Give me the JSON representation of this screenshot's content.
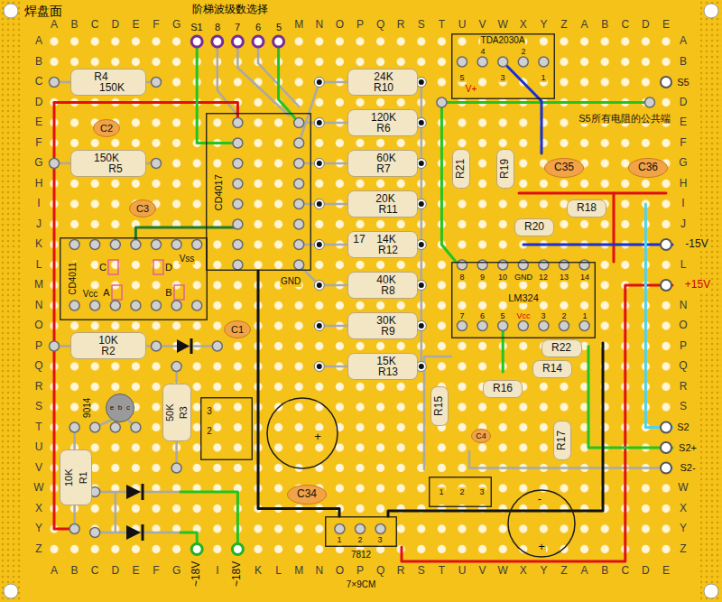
{
  "diagram": {
    "title": "焊盘面",
    "nodes": [
      {
        "text": [
          "TDA2030A",
          "4",
          "2",
          "5",
          "3",
          "1",
          "V+"
        ]
      },
      {
        "text": [
          "R4",
          "150K"
        ]
      },
      {
        "text": [
          "24K",
          "R10"
        ]
      },
      {
        "text": [
          "C2"
        ]
      },
      {
        "text": [
          "120K",
          "R6"
        ]
      },
      {
        "text": [
          "CD4017"
        ]
      },
      {
        "text": [
          "150K",
          "R5"
        ]
      },
      {
        "text": [
          "60K",
          "R7"
        ]
      },
      {
        "text": [
          "R21"
        ]
      },
      {
        "text": [
          "R19"
        ]
      },
      {
        "text": [
          "C35"
        ]
      },
      {
        "text": [
          "C36"
        ]
      },
      {
        "text": [
          "C3"
        ]
      },
      {
        "text": [
          "20K",
          "R11"
        ]
      },
      {
        "text": [
          "R18"
        ]
      },
      {
        "text": [
          "R20"
        ]
      },
      {
        "text": [
          "CD4011",
          "Vss",
          "C",
          "D",
          "A",
          "B",
          "Vcc"
        ]
      },
      {
        "text": [
          "17",
          "14K",
          "R12"
        ]
      },
      {
        "text": [
          "8",
          "9",
          "10",
          "GND",
          "12",
          "13",
          "14",
          "LM324",
          "7",
          "6",
          "5",
          "Vcc",
          "3",
          "2",
          "1"
        ]
      },
      {
        "text": [
          "40K",
          "R8"
        ]
      },
      {
        "text": [
          "C1"
        ]
      },
      {
        "text": [
          "30K",
          "R9"
        ]
      },
      {
        "text": [
          "10K",
          "R2"
        ]
      },
      {
        "text": [
          "R22"
        ]
      },
      {
        "text": [
          "15K",
          "R13"
        ]
      },
      {
        "text": [
          "R14"
        ]
      },
      {
        "text": [
          "R16"
        ]
      },
      {
        "text": [
          "9014",
          "e",
          "b",
          "c"
        ]
      },
      {
        "text": [
          "50K",
          "R3"
        ]
      },
      {
        "text": [
          "3",
          "2"
        ]
      },
      {
        "text": [
          "R15"
        ]
      },
      {
        "text": [
          "+"
        ]
      },
      {
        "text": [
          "C4"
        ]
      },
      {
        "text": [
          "R17"
        ]
      },
      {
        "text": [
          "10K",
          "R1"
        ]
      },
      {
        "text": [
          "1",
          "2",
          "3"
        ]
      },
      {
        "text": [
          "C34"
        ]
      },
      {
        "text": [
          "-",
          "+"
        ]
      },
      {
        "text": [
          "1",
          "2",
          "3",
          "7812"
        ]
      }
    ],
    "labels": [
      "A",
      "B",
      "C",
      "D",
      "E",
      "F",
      "G",
      "M",
      "N",
      "O",
      "P",
      "Q",
      "R",
      "S",
      "T",
      "U",
      "V",
      "W",
      "X",
      "Y",
      "Z",
      "A",
      "B",
      "C",
      "D",
      "E",
      "A",
      "B",
      "C",
      "D",
      "E",
      "F",
      "G",
      "I",
      "K",
      "L",
      "M",
      "N",
      "O",
      "P",
      "Q",
      "R",
      "S",
      "T",
      "U",
      "V",
      "W",
      "X",
      "Y",
      "Z",
      "A",
      "B",
      "C",
      "D",
      "E",
      "A",
      "B",
      "C",
      "D",
      "E",
      "F",
      "G",
      "H",
      "I",
      "J",
      "K",
      "L",
      "M",
      "N",
      "O",
      "P",
      "Q",
      "R",
      "S",
      "T",
      "U",
      "V",
      "W",
      "X",
      "Y",
      "Z",
      "A",
      "B",
      "D",
      "E",
      "F",
      "G",
      "H",
      "I",
      "J",
      "L",
      "N",
      "O",
      "P",
      "Q",
      "R",
      "S",
      "W",
      "X",
      "Y",
      "Z",
      "阶梯波级数选择",
      "S1",
      "8",
      "7",
      "6",
      "5",
      "S5",
      "S5所有电阻的公共端",
      "GND",
      "-15V",
      "+15V",
      "S2",
      "S2+",
      "S2-",
      "~18V",
      "~18V",
      "7×9CM"
    ]
  }
}
